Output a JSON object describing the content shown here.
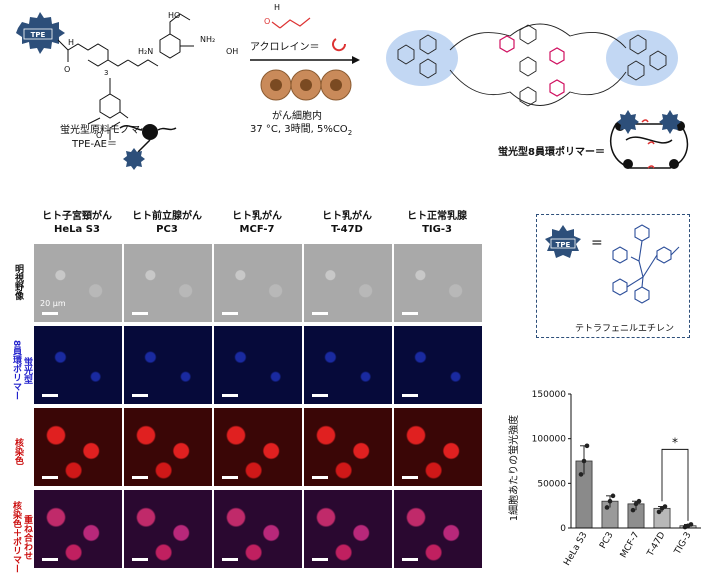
{
  "scheme": {
    "reagent_label": "アクロレイン＝",
    "condition_line1": "がん細胞内",
    "condition_line2": "37 °C, 3時間, 5%CO",
    "condition_sub": "2",
    "monomer_label_line1": "蛍光型原料モノマー",
    "monomer_label_line2": "TPE-AE＝",
    "tpe_badge": "TPE",
    "subscript_3": "3",
    "amine_label": "H₂N",
    "hydroxy_label": "HO",
    "nh2_label": "NH₂",
    "oh_label": "OH",
    "h_label": "H",
    "o_label": "O",
    "polymer_label": "蛍光型8員環ポリマー＝"
  },
  "grid": {
    "columns": [
      {
        "line1": "ヒト子宮頸がん",
        "line2": "HeLa S3"
      },
      {
        "line1": "ヒト前立腺がん",
        "line2": "PC3"
      },
      {
        "line1": "ヒト乳がん",
        "line2": "MCF-7"
      },
      {
        "line1": "ヒト乳がん",
        "line2": "T-47D"
      },
      {
        "line1": "ヒト正常乳腺",
        "line2": "TIG-3"
      }
    ],
    "rows": [
      {
        "label": "明視野像",
        "color": "#111111"
      },
      {
        "label": "蛍光型\n8員環ポリマー",
        "color": "#2222cc"
      },
      {
        "label": "核染色",
        "color": "#cc1111"
      },
      {
        "label": "重ね合わせ\n核染色＋ポリマー",
        "color": "#cc1111"
      }
    ],
    "scale_label": "20 µm"
  },
  "legend_box": {
    "badge": "TPE",
    "equals": "=",
    "caption": "テトラフェニルエチレン"
  },
  "chart_data": {
    "type": "bar",
    "categories": [
      "HeLa S3",
      "PC3",
      "MCF-7",
      "T-47D",
      "TIG-3"
    ],
    "values": [
      75000,
      30000,
      27000,
      22000,
      2500
    ],
    "ylim": [
      0,
      150000
    ],
    "yticks": [
      "0",
      "50000",
      "100000",
      "150000"
    ],
    "ylabel": "1細胞あたりの蛍光強度",
    "significance": "*",
    "bar_colors": [
      "#8a8a8a",
      "#9a9a9a",
      "#8e8e8e",
      "#b8b8b8",
      "#c8c8c8"
    ],
    "points": [
      [
        60000,
        75000,
        92000
      ],
      [
        23000,
        30000,
        36000
      ],
      [
        20000,
        27000,
        30000
      ],
      [
        18000,
        22000,
        24000
      ],
      [
        1000,
        2500,
        4000
      ]
    ]
  }
}
